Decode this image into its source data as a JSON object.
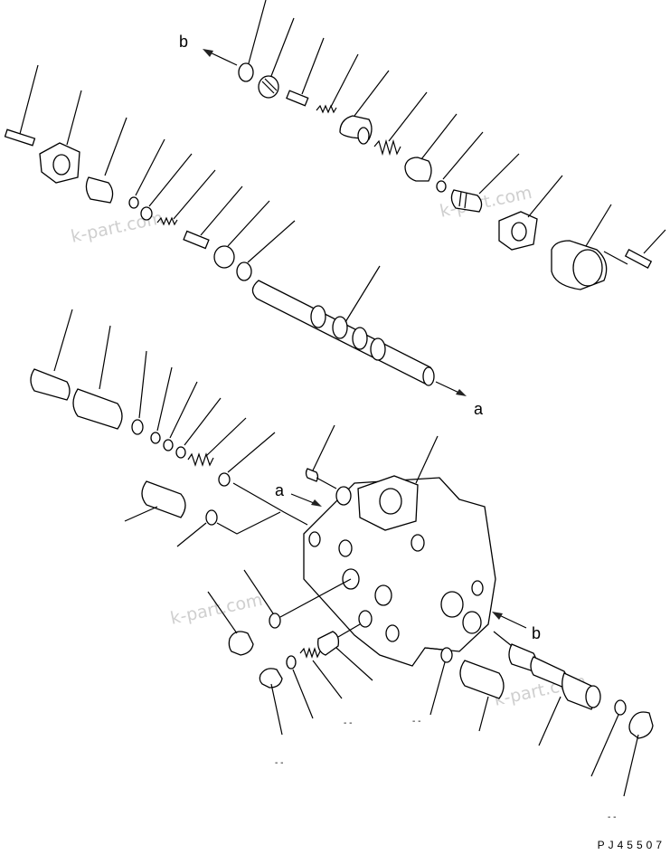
{
  "labels": {
    "arrow_b_top": "b",
    "arrow_a_mid": "a",
    "arrow_a_body": "a",
    "arrow_b_body": "b"
  },
  "drawing_number": "PJ45507",
  "watermarks": [
    "k-part.com",
    "k-part.com",
    "k-part.com",
    "k-part.com"
  ],
  "colors": {
    "line": "#000000",
    "background": "#ffffff",
    "watermark": "#cfcfcf"
  }
}
